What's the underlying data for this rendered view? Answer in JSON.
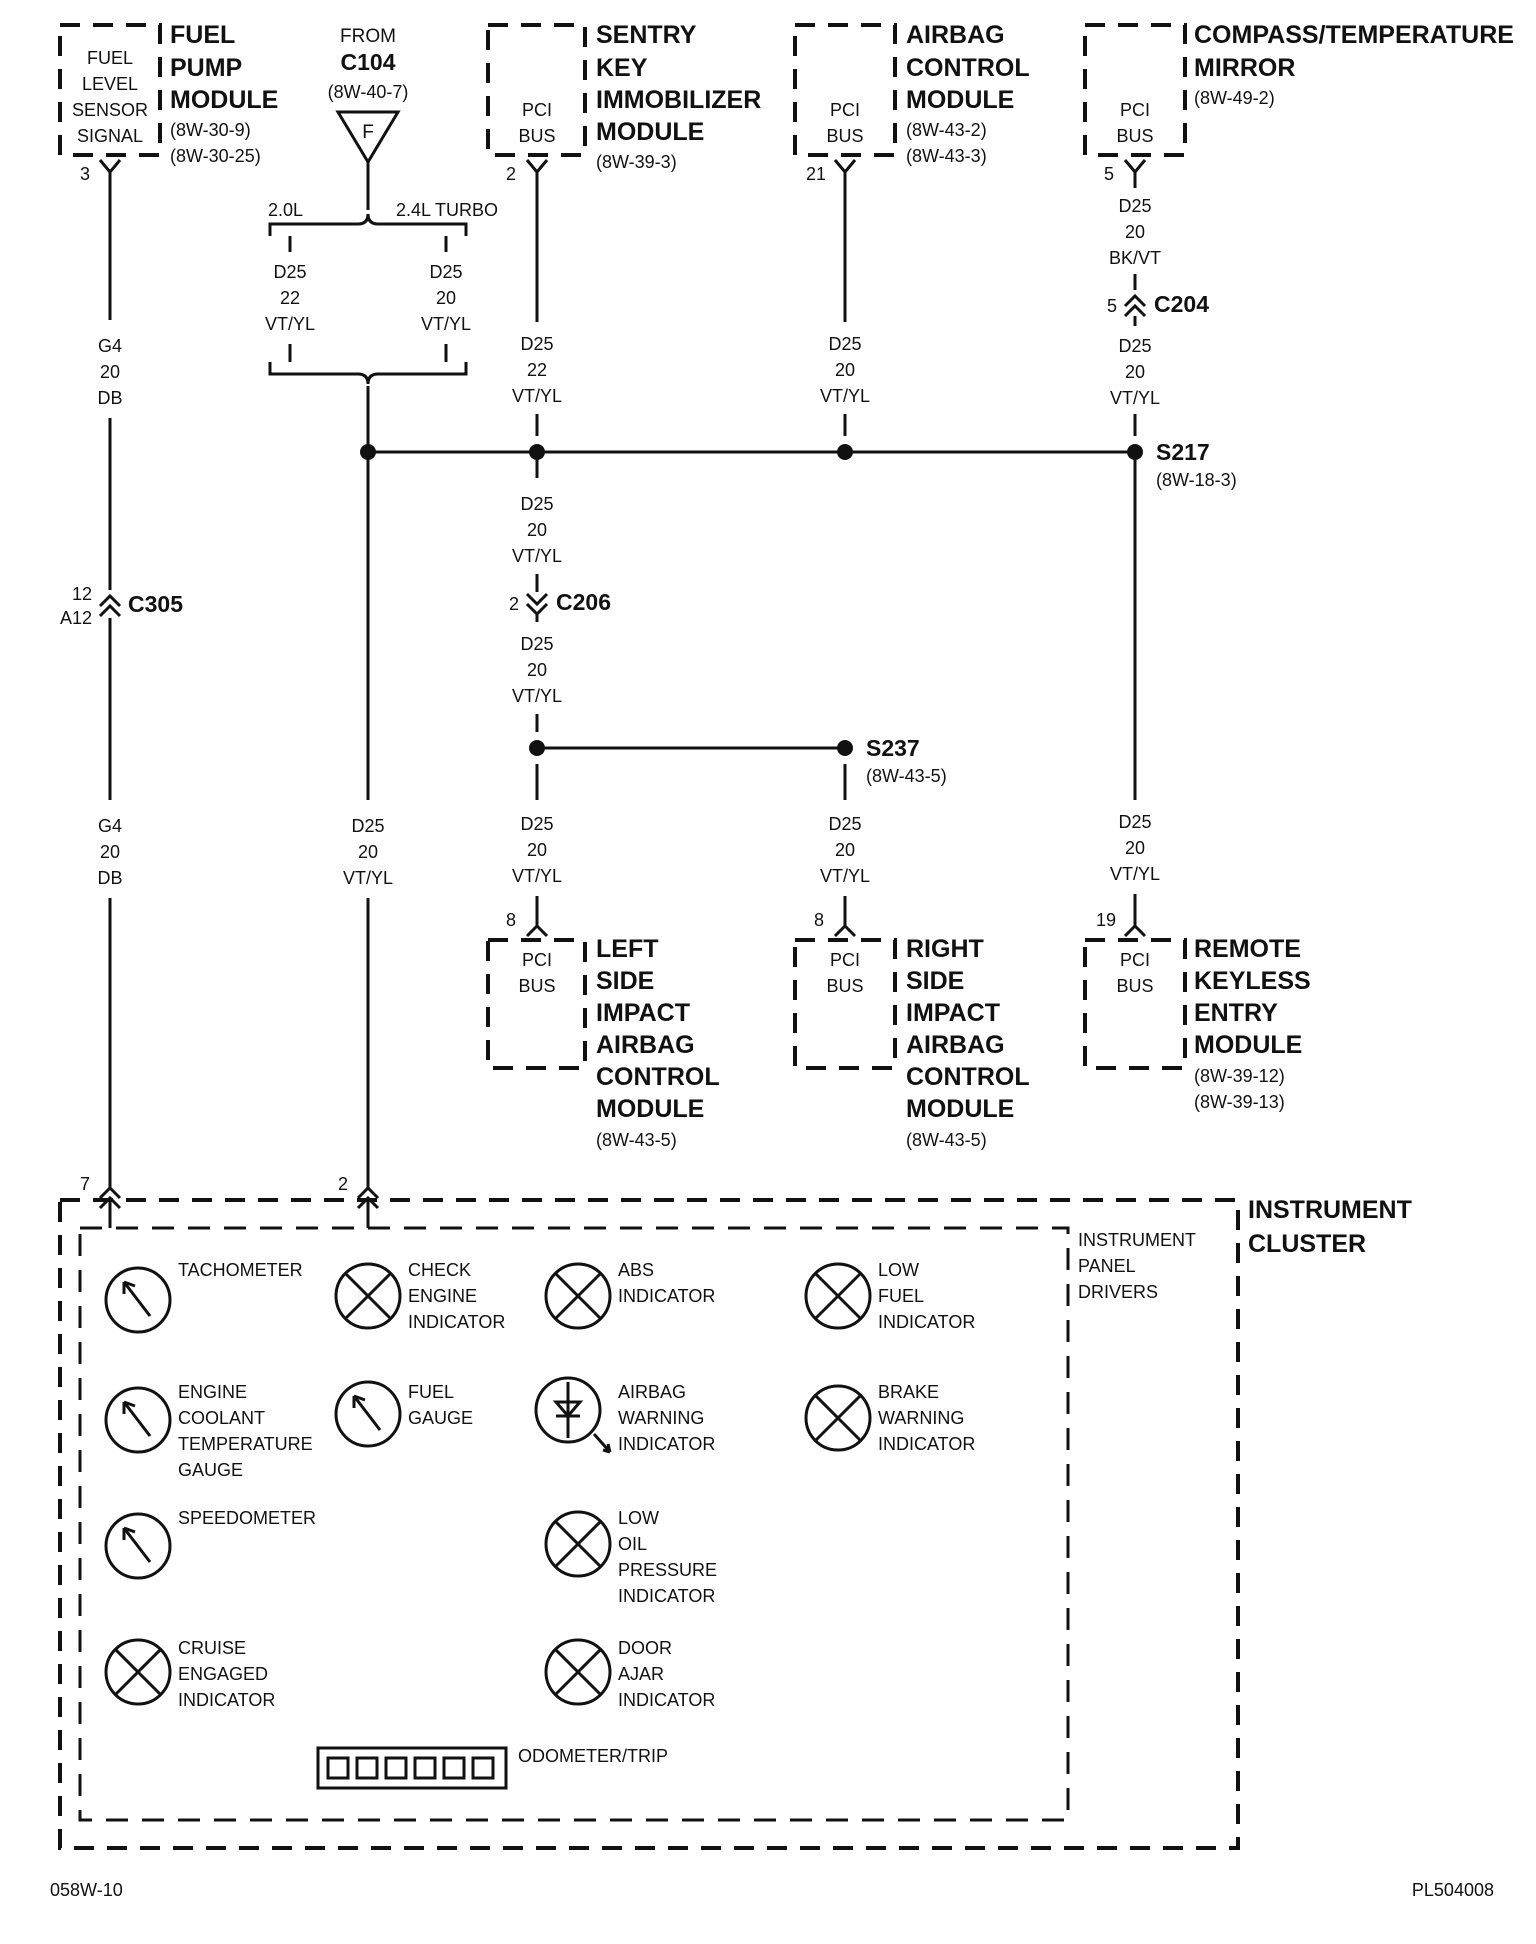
{
  "modules": {
    "fuel_pump": {
      "box_lines": [
        "FUEL",
        "LEVEL",
        "SENSOR",
        "SIGNAL"
      ],
      "name_lines": [
        "FUEL",
        "PUMP",
        "MODULE"
      ],
      "refs": [
        "(8W-30-9)",
        "(8W-30-25)"
      ],
      "pin": "3"
    },
    "from_c104": {
      "from": "FROM",
      "connector": "C104",
      "ref": "(8W-40-7)",
      "letter": "F",
      "option_left": "2.0L",
      "option_right": "2.4L TURBO"
    },
    "sentry_key": {
      "box_lines": [
        "PCI",
        "BUS"
      ],
      "name_lines": [
        "SENTRY",
        "KEY",
        "IMMOBILIZER",
        "MODULE"
      ],
      "refs": [
        "(8W-39-3)"
      ],
      "pin": "2"
    },
    "airbag_control": {
      "box_lines": [
        "PCI",
        "BUS"
      ],
      "name_lines": [
        "AIRBAG",
        "CONTROL",
        "MODULE"
      ],
      "refs": [
        "(8W-43-2)",
        "(8W-43-3)"
      ],
      "pin": "21"
    },
    "compass_mirror": {
      "box_lines": [
        "PCI",
        "BUS"
      ],
      "name_lines": [
        "COMPASS/TEMPERATURE",
        "MIRROR"
      ],
      "refs": [
        "(8W-49-2)"
      ],
      "pin": "5"
    },
    "left_side_airbag": {
      "box_lines": [
        "PCI",
        "BUS"
      ],
      "name_lines": [
        "LEFT",
        "SIDE",
        "IMPACT",
        "AIRBAG",
        "CONTROL",
        "MODULE"
      ],
      "refs": [
        "(8W-43-5)"
      ],
      "pin": "8"
    },
    "right_side_airbag": {
      "box_lines": [
        "PCI",
        "BUS"
      ],
      "name_lines": [
        "RIGHT",
        "SIDE",
        "IMPACT",
        "AIRBAG",
        "CONTROL",
        "MODULE"
      ],
      "refs": [
        "(8W-43-5)"
      ],
      "pin": "8"
    },
    "remote_keyless": {
      "box_lines": [
        "PCI",
        "BUS"
      ],
      "name_lines": [
        "REMOTE",
        "KEYLESS",
        "ENTRY",
        "MODULE"
      ],
      "refs": [
        "(8W-39-12)",
        "(8W-39-13)"
      ],
      "pin": "19"
    }
  },
  "wires": {
    "g4_top": [
      "G4",
      "20",
      "DB"
    ],
    "g4_bottom": [
      "G4",
      "20",
      "DB"
    ],
    "d25_20l": [
      "D25",
      "22",
      "VT/YL"
    ],
    "d25_24l": [
      "D25",
      "20",
      "VT/YL"
    ],
    "d25_sentry": [
      "D25",
      "22",
      "VT/YL"
    ],
    "d25_airbag": [
      "D25",
      "20",
      "VT/YL"
    ],
    "d25_compass_top": [
      "D25",
      "20",
      "BK/VT"
    ],
    "d25_compass_bottom": [
      "D25",
      "20",
      "VT/YL"
    ],
    "d25_mid_upper": [
      "D25",
      "20",
      "VT/YL"
    ],
    "d25_mid_lower": [
      "D25",
      "20",
      "VT/YL"
    ],
    "d25_cluster": [
      "D25",
      "20",
      "VT/YL"
    ],
    "d25_left_side": [
      "D25",
      "20",
      "VT/YL"
    ],
    "d25_right_side": [
      "D25",
      "20",
      "VT/YL"
    ],
    "d25_rke": [
      "D25",
      "20",
      "VT/YL"
    ]
  },
  "connectors": {
    "c305": {
      "name": "C305",
      "pin_top": "12",
      "pin_bottom": "A12"
    },
    "c206": {
      "name": "C206",
      "pin": "2"
    },
    "c204": {
      "name": "C204",
      "pin": "5"
    }
  },
  "splices": {
    "s217": {
      "name": "S217",
      "ref": "(8W-18-3)"
    },
    "s237": {
      "name": "S237",
      "ref": "(8W-43-5)"
    }
  },
  "cluster": {
    "name_lines": [
      "INSTRUMENT",
      "CLUSTER"
    ],
    "drivers_lines": [
      "INSTRUMENT",
      "PANEL",
      "DRIVERS"
    ],
    "pin_fuel": "7",
    "pin_pci": "2",
    "gauges": {
      "tachometer": [
        "TACHOMETER"
      ],
      "check_engine": [
        "CHECK",
        "ENGINE",
        "INDICATOR"
      ],
      "abs": [
        "ABS",
        "INDICATOR"
      ],
      "low_fuel": [
        "LOW",
        "FUEL",
        "INDICATOR"
      ],
      "coolant": [
        "ENGINE",
        "COOLANT",
        "TEMPERATURE",
        "GAUGE"
      ],
      "fuel_gauge": [
        "FUEL",
        "GAUGE"
      ],
      "airbag_warning": [
        "AIRBAG",
        "WARNING",
        "INDICATOR"
      ],
      "brake_warning": [
        "BRAKE",
        "WARNING",
        "INDICATOR"
      ],
      "speedometer": [
        "SPEEDOMETER"
      ],
      "low_oil": [
        "LOW",
        "OIL",
        "PRESSURE",
        "INDICATOR"
      ],
      "cruise": [
        "CRUISE",
        "ENGAGED",
        "INDICATOR"
      ],
      "door_ajar": [
        "DOOR",
        "AJAR",
        "INDICATOR"
      ],
      "odometer": [
        "ODOMETER/TRIP"
      ]
    }
  },
  "footer": {
    "left": "058W-10",
    "right": "PL504008"
  }
}
